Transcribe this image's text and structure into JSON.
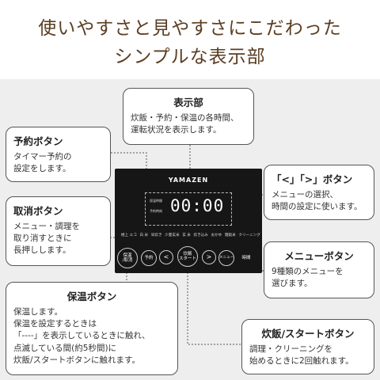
{
  "header": {
    "line1": "使いやすさと見やすさにこだわった",
    "line2": "シンプルな表示部"
  },
  "panel": {
    "brand": "YAMAZEN",
    "display_label_top": "保温時間",
    "display_label_bottom": "予約時刻",
    "digits": "00:00",
    "menu_items": [
      "極上 エコ",
      "白 米",
      "早炊き",
      "少量玄米",
      "玄 米",
      "炊き込み",
      "おかゆ",
      "雑穀米",
      "クリーニング"
    ],
    "buttons": {
      "keep_warm": "保温\n/取消",
      "timer": "予約",
      "left": "<",
      "start": "炊飯\nスタート",
      "right": ">",
      "menu": "メニュー",
      "time": "時間"
    }
  },
  "callouts": {
    "display": {
      "title": "表示部",
      "body": [
        "炊飯・予約・保温の各時間、",
        "運転状況を表示します。"
      ]
    },
    "timer": {
      "title": "予約ボタン",
      "body": [
        "タイマー予約の",
        "設定をします。"
      ]
    },
    "arrows": {
      "title": "「<」「>」ボタン",
      "body": [
        "メニューの選択、",
        "時間の設定に使います。"
      ]
    },
    "cancel": {
      "title": "取消ボタン",
      "body": [
        "メニュー・調理を",
        "取り消すときに",
        "長押しします。"
      ]
    },
    "menu": {
      "title": "メニューボタン",
      "body": [
        "9種類のメニューを",
        "選びます。"
      ]
    },
    "keep_warm": {
      "title": "保温ボタン",
      "body": [
        "保温します。",
        "保温を設定するときは",
        "「----」を表示しているときに触れ、",
        "点滅している間(約5秒間)に",
        "炊飯/スタートボタンに触れます。"
      ]
    },
    "start": {
      "title": "炊飯/スタートボタン",
      "body": [
        "調理・クリーニングを",
        "始めるときに2回触れます。"
      ]
    }
  },
  "colors": {
    "header_text": "#5a3d22",
    "background": "#eeeeee",
    "panel": "#161616"
  }
}
